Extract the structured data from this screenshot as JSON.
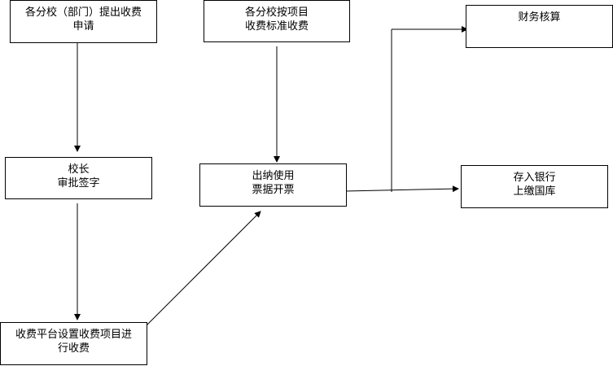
{
  "nodes": {
    "request": {
      "lines": [
        "各分校（部门）提出收费",
        "申请"
      ]
    },
    "standard": {
      "lines": [
        "各分校按项目",
        "收费标准收费"
      ]
    },
    "finance": {
      "lines": [
        "财务核算"
      ]
    },
    "principal": {
      "lines": [
        "校长",
        "审批签字"
      ]
    },
    "cashier": {
      "lines": [
        "出纳使用",
        "票据开票"
      ]
    },
    "bank": {
      "lines": [
        "存入银行",
        "上缴国库"
      ]
    },
    "platform": {
      "lines": [
        "收费平台设置收费项目进",
        "行收费"
      ]
    }
  },
  "colors": {
    "stroke": "#000000",
    "background": "#ffffff"
  }
}
